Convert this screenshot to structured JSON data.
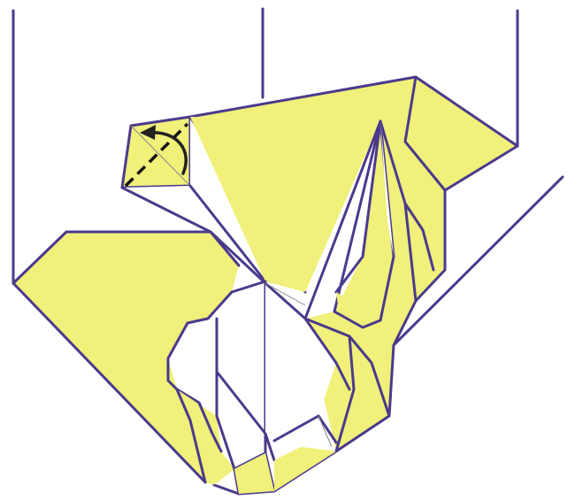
{
  "diagram": {
    "kind": "origami-fold-step",
    "colors": {
      "paper_front": "#f0f07a",
      "paper_back": "#ffffff",
      "edge": "#4b3a8c",
      "crease": "#8a8a8a",
      "fold_line": "#111111",
      "arrow": "#222222",
      "background": "#ffffff"
    },
    "elements": {
      "fold_line": "valley-fold",
      "arrow": "fold-direction-arrow"
    }
  }
}
